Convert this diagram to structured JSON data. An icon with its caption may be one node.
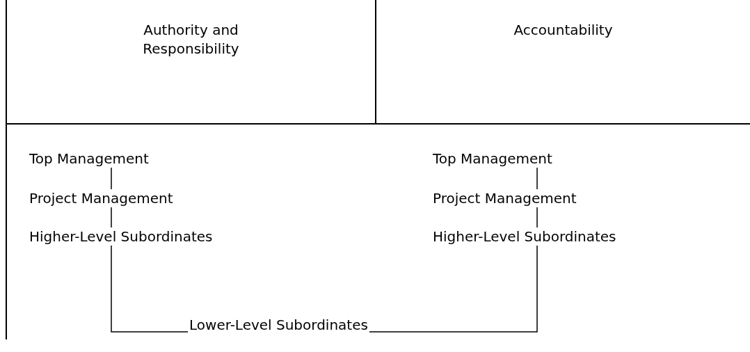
{
  "diagram": {
    "nodes": [
      {
        "text": [
          "Authority and Responsibility"
        ]
      },
      {
        "text": [
          "Accountability"
        ]
      },
      {
        "text": [
          "Top Management"
        ]
      },
      {
        "text": [
          "Project Management"
        ]
      },
      {
        "text": [
          "Higher-Level Subordinates"
        ]
      },
      {
        "text": [
          "Top Management"
        ]
      },
      {
        "text": [
          "Project Management"
        ]
      },
      {
        "text": [
          "Higher-Level Subordinates"
        ]
      },
      {
        "text": [
          "Lower-Level Subordinates"
        ]
      }
    ],
    "edges": [
      {
        "from": 2,
        "to": 3,
        "arrow": "none"
      },
      {
        "from": 3,
        "to": 4,
        "arrow": "none"
      },
      {
        "from": 4,
        "to": 8,
        "arrow": "none"
      },
      {
        "from": 5,
        "to": 6,
        "arrow": "none"
      },
      {
        "from": 6,
        "to": 7,
        "arrow": "none"
      },
      {
        "from": 7,
        "to": 8,
        "arrow": "none"
      }
    ]
  }
}
